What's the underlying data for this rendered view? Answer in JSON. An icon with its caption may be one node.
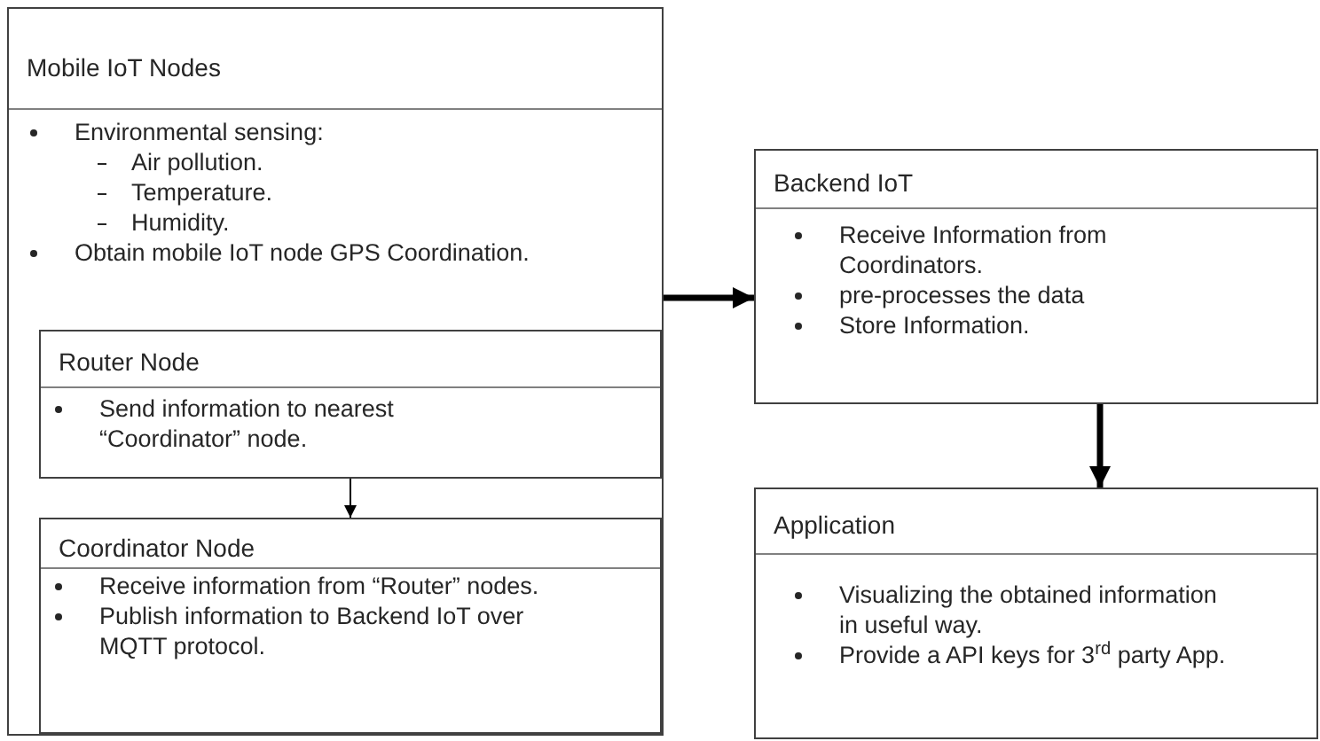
{
  "diagram": {
    "nodes": [
      {
        "text": [
          "Mobile IoT Nodes",
          "Environmental sensing:",
          "Air pollution.",
          "Temperature.",
          "Humidity.",
          "Obtain mobile IoT node GPS Coordination."
        ]
      },
      {
        "text": [
          "Router Node",
          "Send information to nearest “Coordinator” node."
        ],
        "in": 0
      },
      {
        "text": [
          "Coordinator Node",
          "Receive information from “Router” nodes.",
          "Publish information to Backend IoT over MQTT protocol."
        ],
        "in": 0
      },
      {
        "text": [
          "Backend IoT",
          "Receive Information from Coordinators.",
          "pre-processes the data",
          "Store Information."
        ]
      },
      {
        "text": [
          "Application",
          "Visualizing the obtained information in useful way.",
          "Provide a API keys for 3$^{rd}$ party App."
        ]
      }
    ],
    "edges": [
      {
        "from": 1,
        "to": 2,
        "arrow": "to"
      },
      {
        "from": 0,
        "to": 3,
        "arrow": "to"
      },
      {
        "from": 3,
        "to": 4,
        "arrow": "to"
      }
    ]
  }
}
